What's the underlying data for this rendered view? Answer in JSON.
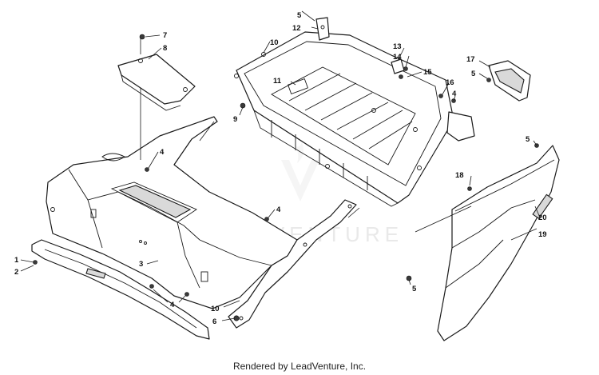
{
  "watermark": "LEADVENTURE",
  "credit": "Rendered by LeadVenture, Inc.",
  "callouts": [
    {
      "id": "c1",
      "label": "1"
    },
    {
      "id": "c2",
      "label": "2"
    },
    {
      "id": "c3",
      "label": "3"
    },
    {
      "id": "c4a",
      "label": "4"
    },
    {
      "id": "c4b",
      "label": "4"
    },
    {
      "id": "c4c",
      "label": "4"
    },
    {
      "id": "c4d",
      "label": "4"
    },
    {
      "id": "c5a",
      "label": "5"
    },
    {
      "id": "c5b",
      "label": "5"
    },
    {
      "id": "c5c",
      "label": "5"
    },
    {
      "id": "c5d",
      "label": "5"
    },
    {
      "id": "c6",
      "label": "6"
    },
    {
      "id": "c7",
      "label": "7"
    },
    {
      "id": "c8",
      "label": "8"
    },
    {
      "id": "c9",
      "label": "9"
    },
    {
      "id": "c10a",
      "label": "10"
    },
    {
      "id": "c10b",
      "label": "10"
    },
    {
      "id": "c11",
      "label": "11"
    },
    {
      "id": "c12",
      "label": "12"
    },
    {
      "id": "c13",
      "label": "13"
    },
    {
      "id": "c14",
      "label": "14"
    },
    {
      "id": "c15",
      "label": "15"
    },
    {
      "id": "c16",
      "label": "16"
    },
    {
      "id": "c17",
      "label": "17"
    },
    {
      "id": "c18",
      "label": "18"
    },
    {
      "id": "c19",
      "label": "19"
    },
    {
      "id": "c20",
      "label": "20"
    }
  ]
}
